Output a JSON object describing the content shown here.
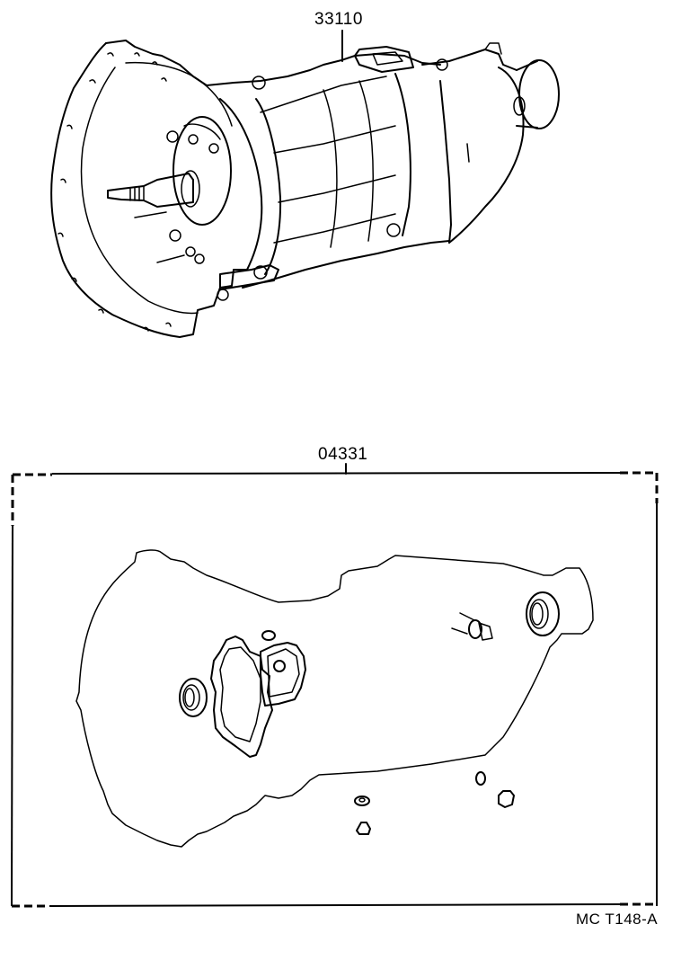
{
  "diagram": {
    "type": "exploded parts illustration",
    "subject": "manual transmission assembly and overhaul gasket kit",
    "parts": [
      {
        "number": "33110",
        "description": "transmission assembly",
        "position": "top"
      },
      {
        "number": "04331",
        "description": "gasket kit (boxed group)",
        "position": "bottom"
      }
    ],
    "labels": {
      "part_top": "33110",
      "part_bottom": "04331",
      "figure_code": "MC T148-A"
    },
    "colors": {
      "line": "#000000",
      "background": "#ffffff"
    }
  }
}
